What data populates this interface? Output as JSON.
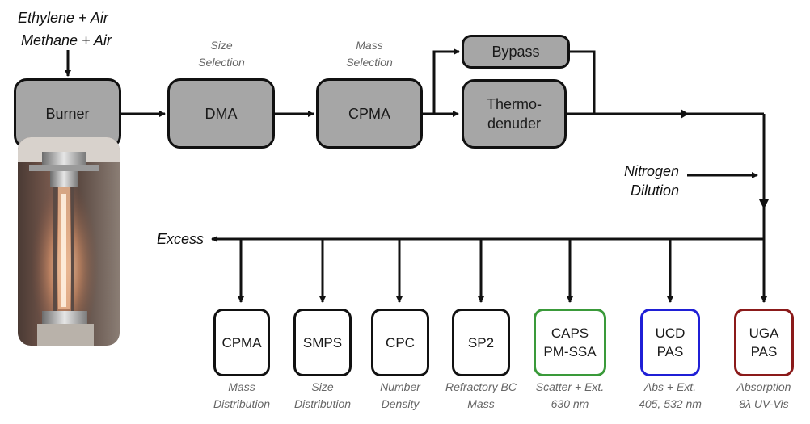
{
  "inputs": {
    "line1": "Ethylene + Air",
    "line2": "Methane + Air"
  },
  "main_chain": {
    "burner": "Burner",
    "dma": "DMA",
    "dma_caption": "Size\nSelection",
    "cpma": "CPMA",
    "cpma_caption": "Mass\nSelection",
    "bypass": "Bypass",
    "thermodenuder": "Thermo-\ndenuder"
  },
  "dilution": "Nitrogen\nDilution",
  "excess": "Excess",
  "instruments": [
    {
      "label": "CPMA",
      "caption": "Mass\nDistribution",
      "border": "#111111"
    },
    {
      "label": "SMPS",
      "caption": "Size\nDistribution",
      "border": "#111111"
    },
    {
      "label": "CPC",
      "caption": "Number\nDensity",
      "border": "#111111"
    },
    {
      "label": "SP2",
      "caption": "Refractory BC\nMass",
      "border": "#111111"
    },
    {
      "label": "CAPS\nPM-SSA",
      "caption": "Scatter + Ext.\n630 nm",
      "border": "#3a9a3a"
    },
    {
      "label": "UCD\nPAS",
      "caption": "Abs + Ext.\n405, 532 nm",
      "border": "#1f1fd6"
    },
    {
      "label": "UGA\nPAS",
      "caption": "Absorption\n8λ UV-Vis",
      "border": "#8b1a1a"
    }
  ]
}
